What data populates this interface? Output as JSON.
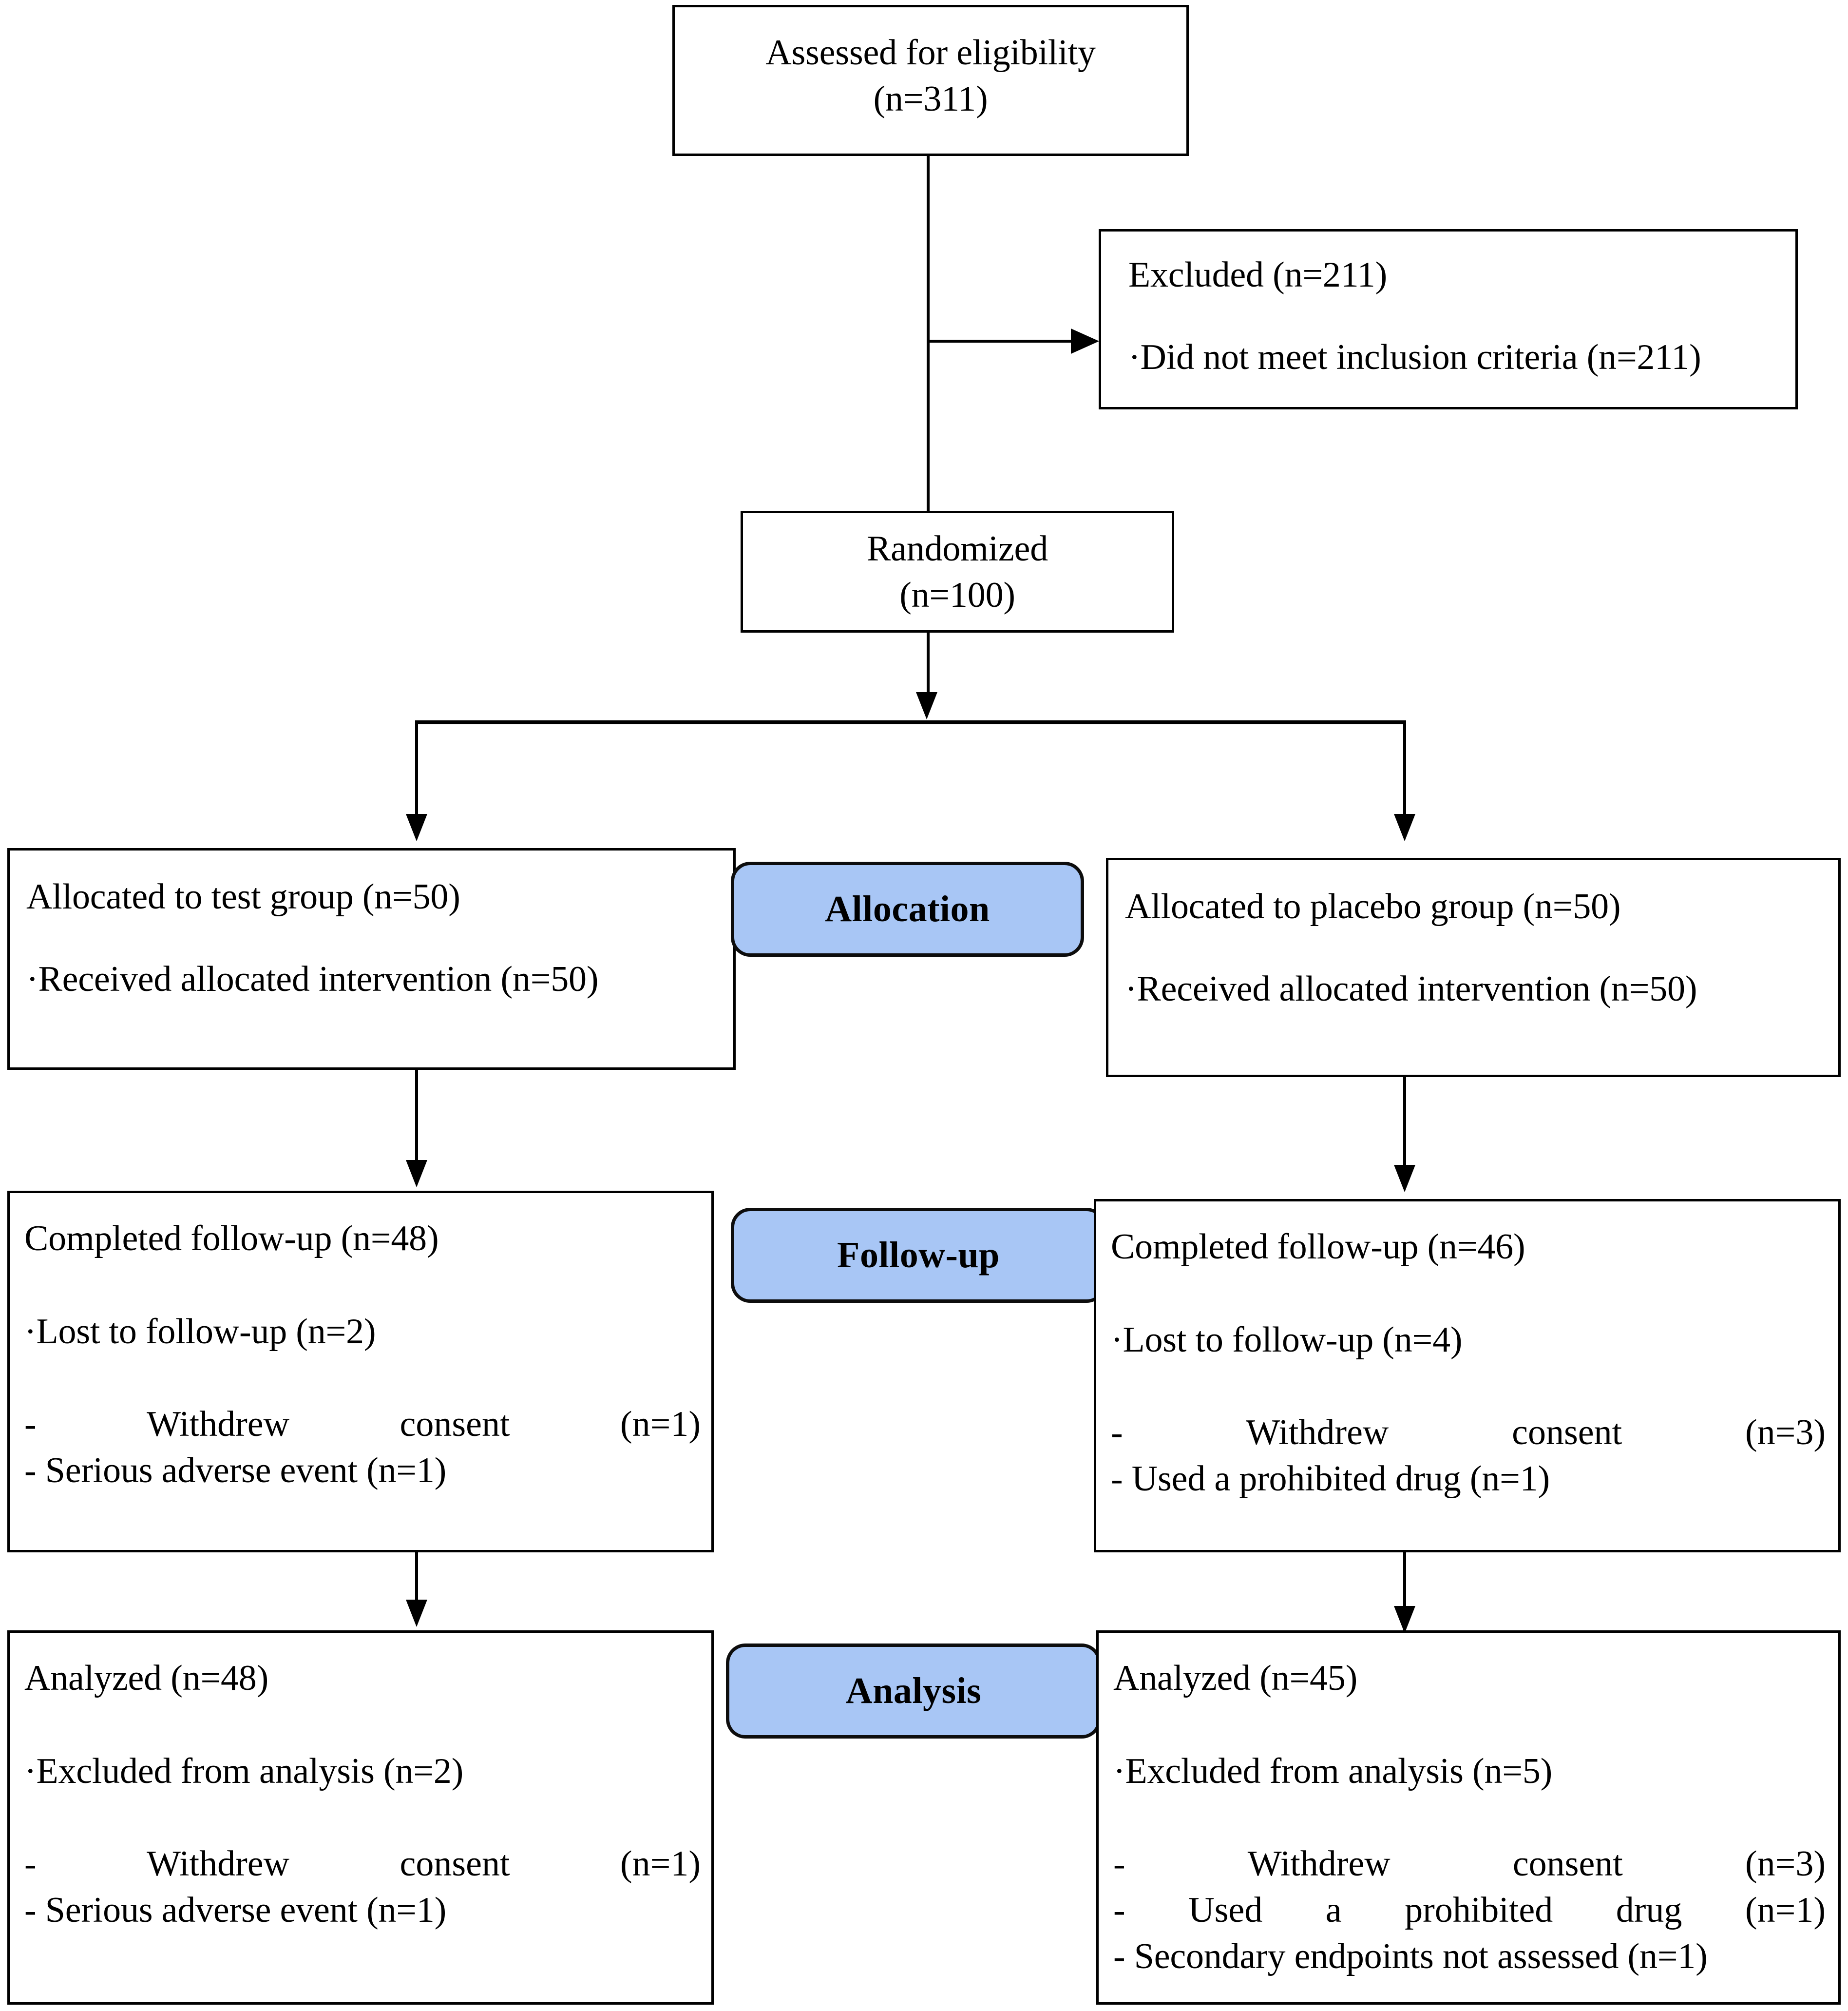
{
  "diagram": {
    "title": "CONSORT participant flow diagram",
    "accent_blue": "#a8c6f5",
    "line_color": "#000000"
  },
  "enrollment": {
    "assessed": {
      "label": "Assessed for eligibility",
      "count": "(n=311)"
    },
    "excluded": {
      "label": "Excluded (n=211)",
      "reasons": [
        "·Did not meet inclusion criteria (n=211)"
      ]
    },
    "randomized": {
      "label": "Randomized",
      "count": "(n=100)"
    }
  },
  "stage_labels": {
    "allocation": "Allocation",
    "followup": "Follow-up",
    "analysis": "Analysis"
  },
  "allocation": {
    "left": {
      "heading": "Allocated to test group (n=50)",
      "items": [
        "·Received allocated intervention (n=50)"
      ]
    },
    "right": {
      "heading": "Allocated to placebo group (n=50)",
      "items": [
        "·Received allocated intervention (n=50)"
      ]
    }
  },
  "followup": {
    "left": {
      "heading": "Completed follow-up (n=48)",
      "bullet": "·Lost to follow-up (n=2)",
      "justified_sub": {
        "dash": "-",
        "text": "Withdrew",
        "text2": "consent",
        "count": "(n=1)"
      },
      "subs": [
        "- Serious adverse event (n=1)"
      ]
    },
    "right": {
      "heading": "Completed follow-up (n=46)",
      "bullet": "·Lost to follow-up (n=4)",
      "justified_sub": {
        "dash": "-",
        "text": "Withdrew",
        "text2": "consent",
        "count": "(n=3)"
      },
      "subs": [
        "- Used a prohibited drug (n=1)"
      ]
    }
  },
  "analysis": {
    "left": {
      "heading": "Analyzed (n=48)",
      "bullet": "·Excluded from analysis (n=2)",
      "justified_sub": {
        "dash": "-",
        "text": "Withdrew",
        "text2": "consent",
        "count": "(n=1)"
      },
      "subs": [
        "- Serious adverse event (n=1)"
      ]
    },
    "right": {
      "heading": "Analyzed (n=45)",
      "bullet": "·Excluded from analysis (n=5)",
      "justified_sub": {
        "dash": "-",
        "text": "Withdrew",
        "text2": "consent",
        "count": "(n=3)"
      },
      "justified_sub2": {
        "dash": "-",
        "text": "Used",
        "text2": "a",
        "text3": "prohibited",
        "text4": "drug",
        "count": "(n=1)"
      },
      "subs": [
        "- Secondary endpoints not assessed (n=1)"
      ]
    }
  }
}
